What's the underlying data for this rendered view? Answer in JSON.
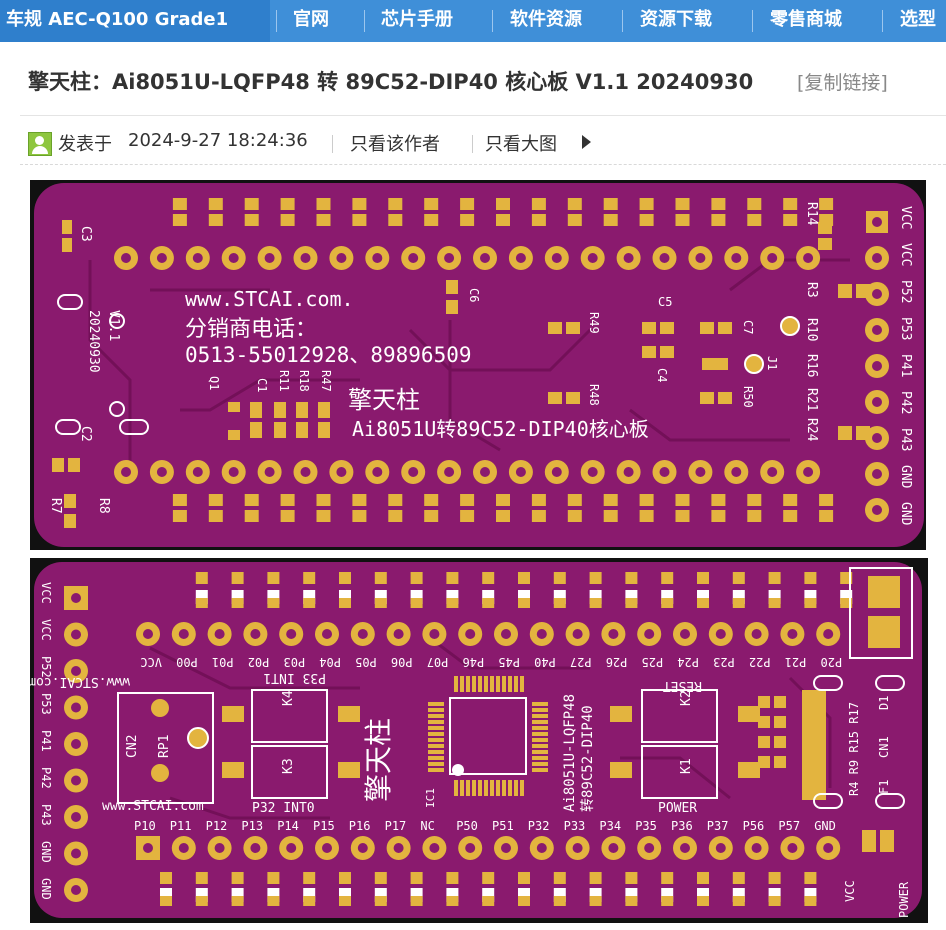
{
  "nav": {
    "items": [
      {
        "label": "车规 AEC-Q100 Grade1"
      },
      {
        "label": "官网"
      },
      {
        "label": "芯片手册"
      },
      {
        "label": "软件资源"
      },
      {
        "label": "资源下载"
      },
      {
        "label": "零售商城"
      },
      {
        "label": "选型"
      }
    ]
  },
  "post": {
    "title": "擎天柱：Ai8051U-LQFP48 转 89C52-DIP40 核心板 V1.1 20240930",
    "copy_link": "[复制链接]",
    "posted_prefix": "发表于",
    "posted_time": "2024-9-27 18:24:36",
    "only_author": "只看该作者",
    "only_big_image": "只看大图"
  },
  "colors": {
    "nav_bg": "#3f8fd8",
    "pcb_purple": "#8a1a6e",
    "pad_gold": "#e3b43f",
    "silk_white": "#ffffff"
  },
  "board_top": {
    "url": "www.STCAI.com.",
    "distributor_label": "分销商电话：",
    "phones": "0513-55012928、89896509",
    "brand": "擎天柱",
    "subtitle": "Ai8051U转89C52-DIP40核心板",
    "version": "V1.1",
    "date": "20240930",
    "refs_left": [
      "C3",
      "C2",
      "R7",
      "R8",
      "Q1",
      "C1",
      "R11",
      "R18",
      "R47",
      "C6",
      "R49",
      "R48",
      "C5",
      "C4",
      "C7",
      "J1",
      "R50"
    ],
    "refs_right": [
      "R14",
      "R3",
      "R10",
      "R16",
      "R21",
      "R24"
    ],
    "side_labels": [
      "VCC",
      "VCC",
      "P52",
      "P53",
      "P41",
      "P42",
      "P43",
      "GND",
      "GND"
    ]
  },
  "board_bottom": {
    "top_row_labels": [
      "VCC",
      "P00",
      "P01",
      "P02",
      "P03",
      "P04",
      "P05",
      "P06",
      "P07",
      "P46",
      "P45",
      "P40",
      "P27",
      "P26",
      "P25",
      "P24",
      "P23",
      "P22",
      "P21",
      "P20"
    ],
    "bottom_row_labels": [
      "P10",
      "P11",
      "P12",
      "P13",
      "P14",
      "P15",
      "P16",
      "P17",
      "NC",
      "P50",
      "P51",
      "P32",
      "P33",
      "P34",
      "P35",
      "P36",
      "P37",
      "P56",
      "P57",
      "GND"
    ],
    "left_labels": [
      "VCC",
      "VCC",
      "P52",
      "P53",
      "P41",
      "P42",
      "P43",
      "GND",
      "GND"
    ],
    "url_a": "www.STCAI.com",
    "url_b": "www.STCAI.com",
    "int_top": "P33  INT1",
    "int_bottom": "P32  INT0",
    "k4": "K4",
    "k3": "K3",
    "k2": "K2",
    "k1": "K1",
    "brand": "擎天柱",
    "chip_line1": "Ai8051U-LQFP48",
    "chip_line2": "转89C52-DIP40",
    "ic": "IC1",
    "reset": "RESET",
    "power": "POWER",
    "cn2": "CN2",
    "rp1": "RP1",
    "cn1": "CN1",
    "d1": "D1",
    "f1": "F1",
    "r_refs": "R4 R9 R15 R17",
    "vcc": "VCC",
    "power_side": "POWER"
  }
}
